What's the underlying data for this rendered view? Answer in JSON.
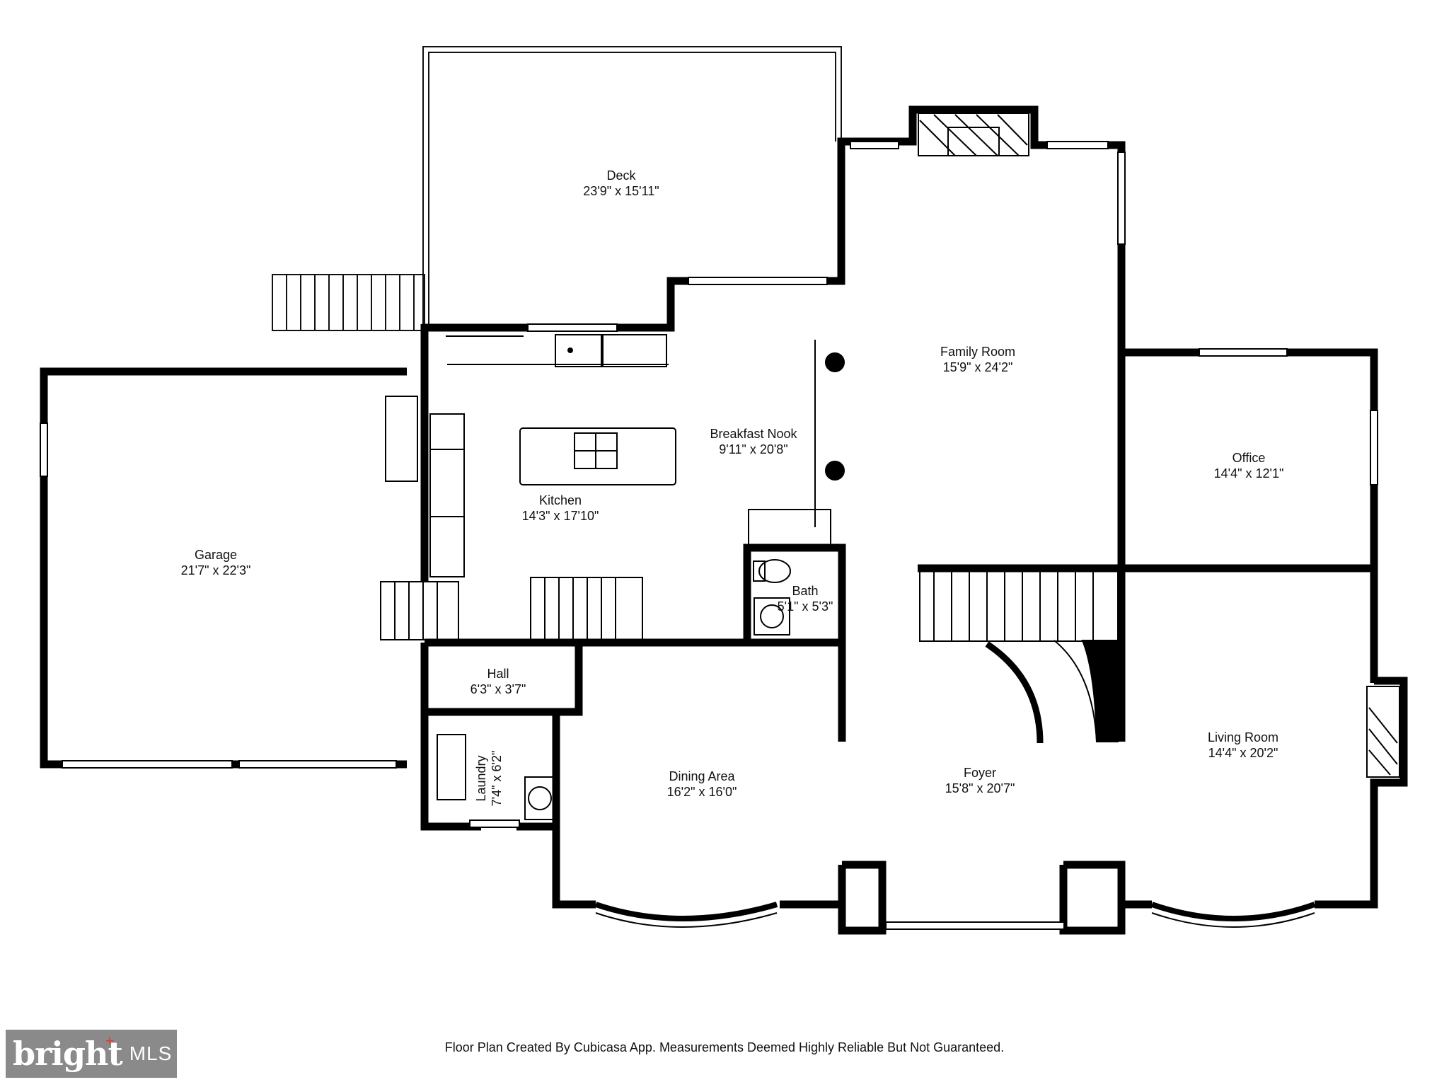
{
  "rooms": {
    "deck": {
      "name": "Deck",
      "dim": "23'9\" x 15'11\""
    },
    "family": {
      "name": "Family Room",
      "dim": "15'9\" x 24'2\""
    },
    "nook": {
      "name": "Breakfast Nook",
      "dim": "9'11\" x 20'8\""
    },
    "kitchen": {
      "name": "Kitchen",
      "dim": "14'3\" x 17'10\""
    },
    "office": {
      "name": "Office",
      "dim": "14'4\" x 12'1\""
    },
    "garage": {
      "name": "Garage",
      "dim": "21'7\" x 22'3\""
    },
    "bath": {
      "name": "Bath",
      "dim": "5'1\" x 5'3\""
    },
    "hall": {
      "name": "Hall",
      "dim": "6'3\" x 3'7\""
    },
    "laundry": {
      "name": "Laundry",
      "dim": "7'4\" x 6'2\""
    },
    "dining": {
      "name": "Dining Area",
      "dim": "16'2\" x 16'0\""
    },
    "foyer": {
      "name": "Foyer",
      "dim": "15'8\" x 20'7\""
    },
    "living": {
      "name": "Living Room",
      "dim": "14'4\" x 20'2\""
    }
  },
  "footer": "Floor Plan Created By Cubicasa App. Measurements Deemed Highly Reliable But Not Guaranteed.",
  "logo": {
    "brand": "bright",
    "suffix": "MLS"
  },
  "colors": {
    "wall": "#000000",
    "logo_bg": "#8a8a8a",
    "logo_accent": "#e23a2e"
  }
}
